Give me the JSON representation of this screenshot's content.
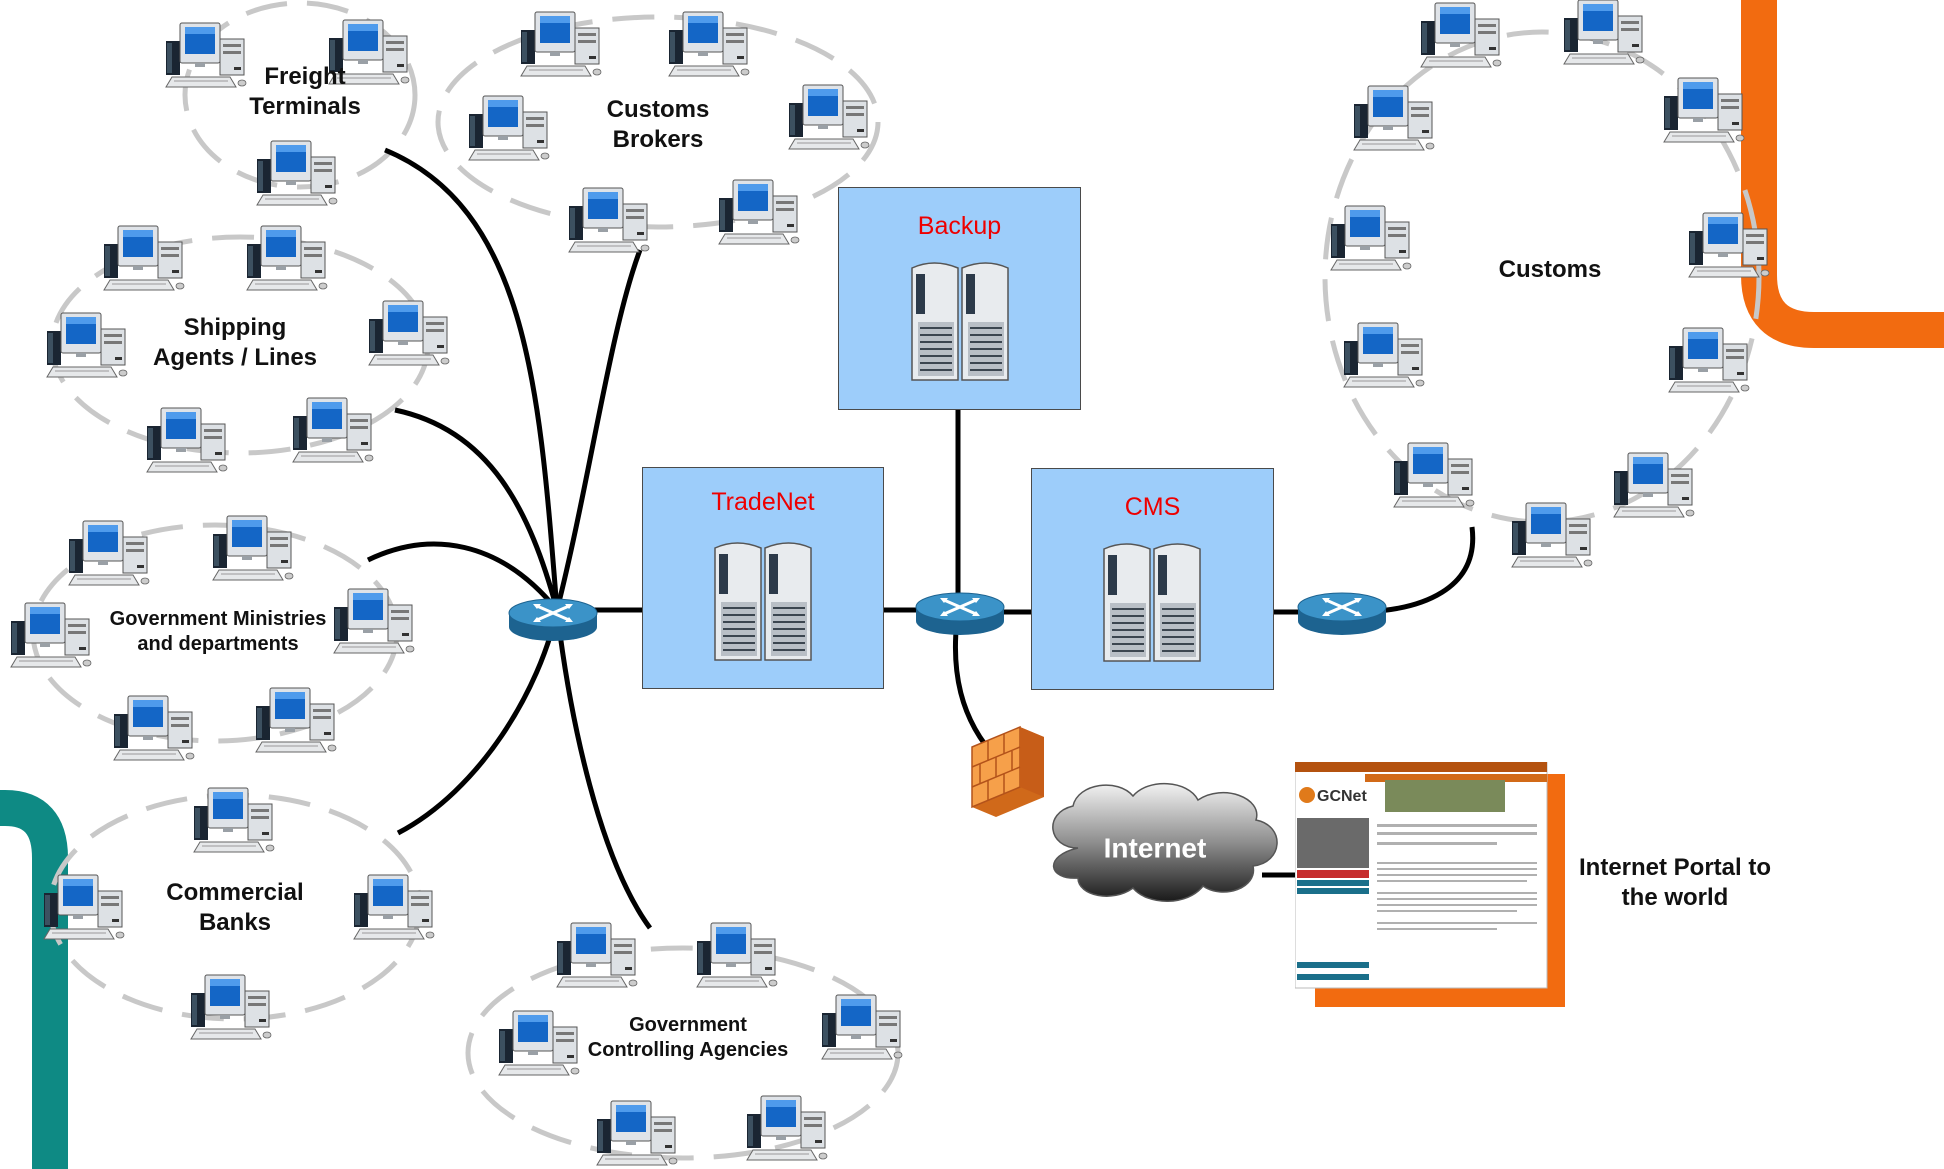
{
  "clusters": [
    {
      "key": "freight",
      "lines": [
        "Freight",
        "Terminals"
      ]
    },
    {
      "key": "brokers",
      "lines": [
        "Customs",
        "Brokers"
      ]
    },
    {
      "key": "shipping",
      "lines": [
        "Shipping",
        "Agents / Lines"
      ]
    },
    {
      "key": "ministries",
      "lines": [
        "Government Ministries",
        "and departments"
      ]
    },
    {
      "key": "banks",
      "lines": [
        "Commercial",
        "Banks"
      ]
    },
    {
      "key": "agencies",
      "lines": [
        "Government",
        "Controlling Agencies"
      ]
    },
    {
      "key": "customs",
      "lines": [
        "Customs"
      ]
    }
  ],
  "servers": {
    "tradenet": "TradeNet",
    "backup": "Backup",
    "cms": "CMS"
  },
  "internet": "Internet",
  "portal": {
    "caption_line1": "Internet Portal to",
    "caption_line2": "the world",
    "site_logo": "GCNet"
  },
  "icons": [
    "desktop-computer-icon",
    "server-rack-icon",
    "router-icon",
    "firewall-icon",
    "cloud-icon"
  ],
  "colors": {
    "server_box": "#9dcdfa",
    "server_title": "#ee0000",
    "router": "#2e7ca6",
    "firewall": "#f08a24",
    "orange_band": "#f26b10",
    "teal_band": "#0e8a84",
    "connection": "#000000",
    "cluster_ring": "#c8c8c8"
  }
}
